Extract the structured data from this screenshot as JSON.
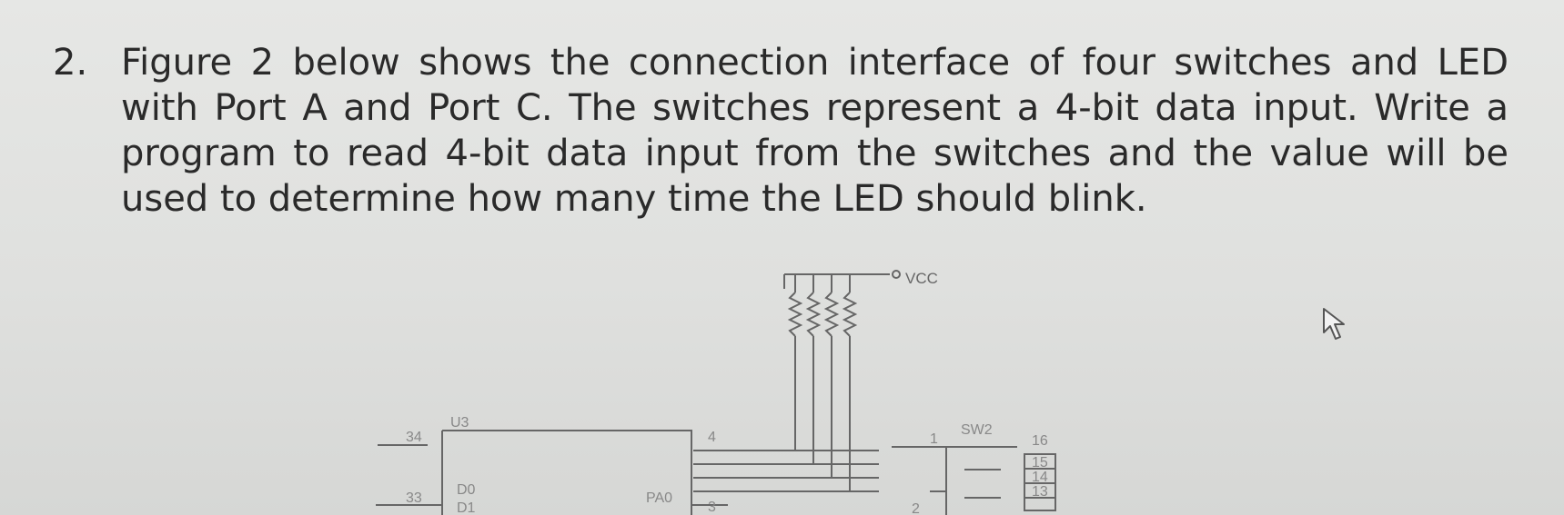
{
  "question": {
    "number": "2.",
    "text": "Figure 2 below shows the connection interface of four switches and LED with Port A and Port C. The switches represent a 4-bit data input. Write a program to read 4-bit data input from the switches and the value will be used to determine how many time the LED should blink."
  },
  "schematic": {
    "vcc_label": "VCC",
    "chip_ref": "U3",
    "chip_pin_34": "34",
    "chip_pin_33": "33",
    "chip_pin_d0": "D0",
    "chip_pin_d1": "D1",
    "port_pa0": "PA0",
    "pin_4": "4",
    "pin_3": "3",
    "switch_ref": "SW2",
    "switch_pin_1": "1",
    "switch_pin_2": "2",
    "switch_pin_16": "16",
    "switch_pin_15": "15",
    "switch_pin_14": "14",
    "switch_pin_13": "13"
  }
}
